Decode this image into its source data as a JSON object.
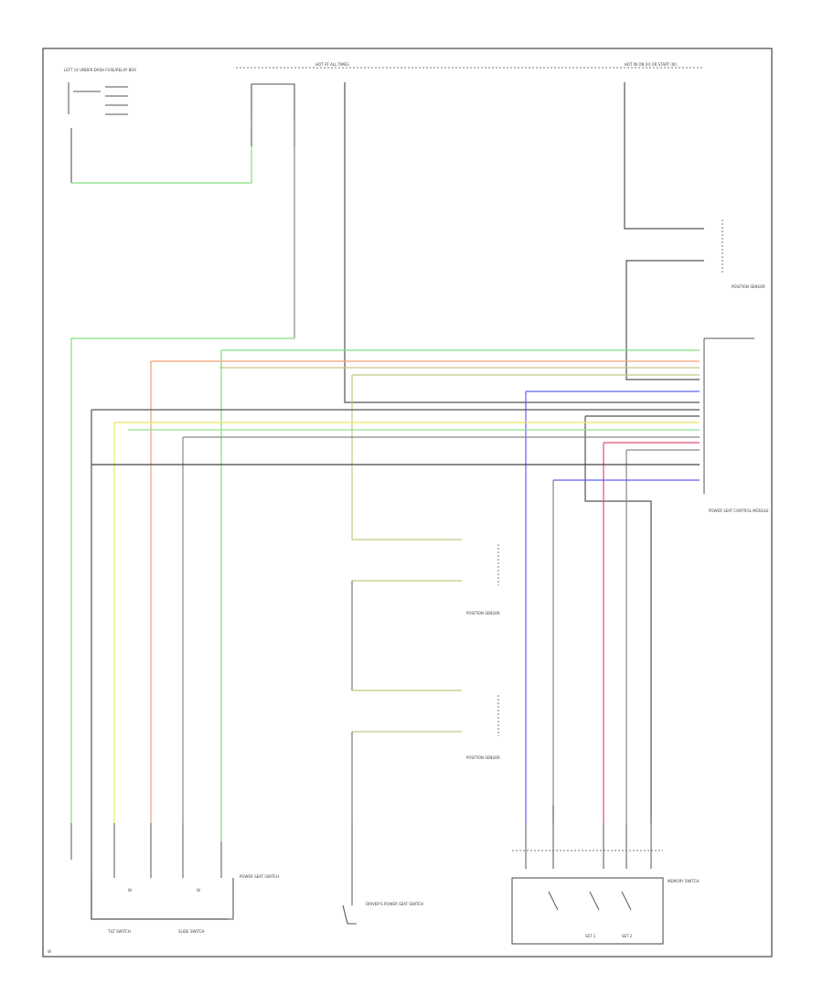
{
  "diagram": {
    "top_labels": {
      "left_fuse_box": "LEFT 14 UNDER-DASH FUSE/RELAY BOX",
      "center_fuse": "HOT AT ALL TIMES",
      "right_fuse_box": "HOT IN ON (II) OR START (III)"
    },
    "components": {
      "seat_position_sensor_top": "POSITION SENSOR",
      "memory_module": "POWER SEAT CONTROL MODULE",
      "position_sensor_mid1": "POSITION SENSOR",
      "position_sensor_mid2": "POSITION SENSOR",
      "seat_switch_left": "POWER SEAT SWITCH",
      "seat_switch_center": "DRIVER'S POWER SEAT SWITCH",
      "memory_switch_right": "MEMORY SWITCH"
    },
    "switch_labels": {
      "tilt": "TILT SWITCH",
      "slide": "SLIDE SWITCH",
      "set1": "SET 1",
      "set2": "SET 2"
    },
    "wire_colors": {
      "green": "#7ee07e",
      "orange": "#f4a070",
      "yellow": "#e8e860",
      "red": "#e05070",
      "blue": "#6060f0",
      "gray": "#707070",
      "olive": "#c8c880",
      "black": "#333333"
    },
    "footer": "W"
  }
}
